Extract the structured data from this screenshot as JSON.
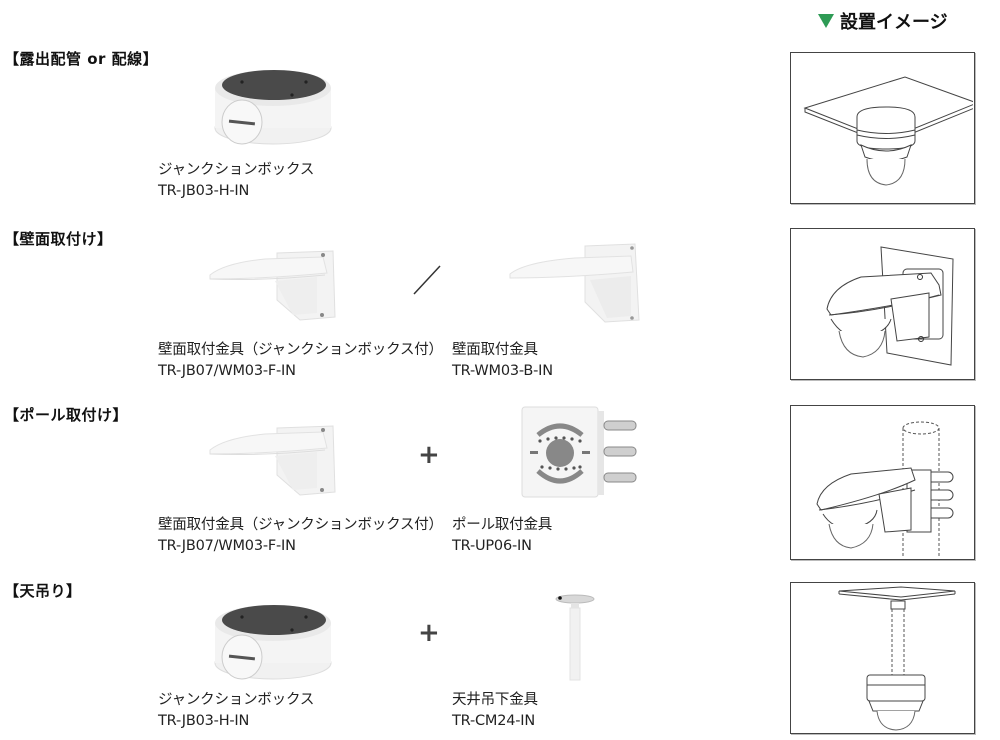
{
  "install_header": {
    "icon": "triangle-down-icon",
    "label": "設置イメージ",
    "accent_color": "#2e9b55"
  },
  "sections": [
    {
      "title": "【露出配管 or 配線】",
      "operator": "",
      "products": [
        {
          "name": "ジャンクションボックス",
          "model": "TR-JB03-H-IN",
          "image": "junction-box"
        }
      ],
      "install_image": "ceiling-surface-mount"
    },
    {
      "title": "【壁面取付け】",
      "operator": "/",
      "products": [
        {
          "name": "壁面取付金具（ジャンクションボックス付）",
          "model": "TR-JB07/WM03-F-IN",
          "image": "wall-mount-with-box"
        },
        {
          "name": "壁面取付金具",
          "model": "TR-WM03-B-IN",
          "image": "wall-mount"
        }
      ],
      "install_image": "wall-mount-install"
    },
    {
      "title": "【ポール取付け】",
      "operator": "+",
      "products": [
        {
          "name": "壁面取付金具（ジャンクションボックス付）",
          "model": "TR-JB07/WM03-F-IN",
          "image": "wall-mount-with-box"
        },
        {
          "name": "ポール取付金具",
          "model": "TR-UP06-IN",
          "image": "pole-mount"
        }
      ],
      "install_image": "pole-mount-install"
    },
    {
      "title": "【天吊り】",
      "operator": "+",
      "products": [
        {
          "name": "ジャンクションボックス",
          "model": "TR-JB03-H-IN",
          "image": "junction-box"
        },
        {
          "name": "天井吊下金具",
          "model": "TR-CM24-IN",
          "image": "ceiling-pendant"
        }
      ],
      "install_image": "ceiling-pendant-install"
    }
  ]
}
